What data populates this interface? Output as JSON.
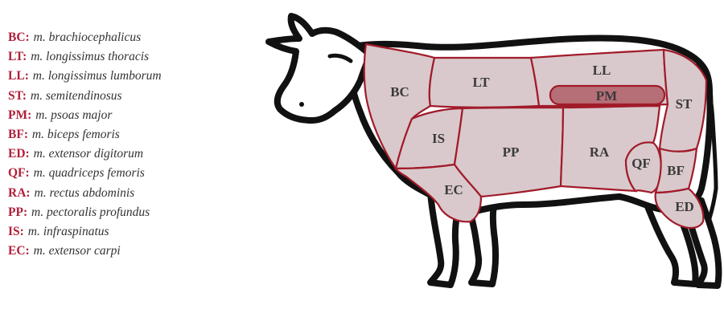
{
  "legend": {
    "items": [
      {
        "abbr": "BC",
        "name": "m. brachiocephalicus"
      },
      {
        "abbr": "LT",
        "name": "m. longissimus thoracis"
      },
      {
        "abbr": "LL",
        "name": "m. longissimus lumborum"
      },
      {
        "abbr": "ST",
        "name": "m. semitendinosus"
      },
      {
        "abbr": "PM",
        "name": "m. psoas major"
      },
      {
        "abbr": "BF",
        "name": "m. biceps femoris"
      },
      {
        "abbr": "ED",
        "name": "m. extensor digitorum"
      },
      {
        "abbr": "QF",
        "name": "m. quadriceps femoris"
      },
      {
        "abbr": "RA",
        "name": "m. rectus abdominis"
      },
      {
        "abbr": "PP",
        "name": "m. pectoralis profundus"
      },
      {
        "abbr": "IS",
        "name": "m. infraspinatus"
      },
      {
        "abbr": "EC",
        "name": "m. extensor carpi"
      }
    ],
    "separator": ":"
  },
  "diagram": {
    "labels": {
      "BC": "BC",
      "LT": "LT",
      "LL": "LL",
      "PM": "PM",
      "ST": "ST",
      "IS": "IS",
      "PP": "PP",
      "RA": "RA",
      "QF": "QF",
      "BF": "BF",
      "EC": "EC",
      "ED": "ED"
    },
    "colors": {
      "region_fill": "#d9c9cc",
      "region_stroke": "#a11b2a",
      "pm_fill": "#b76f77",
      "abbr_color": "#b0203a"
    }
  }
}
